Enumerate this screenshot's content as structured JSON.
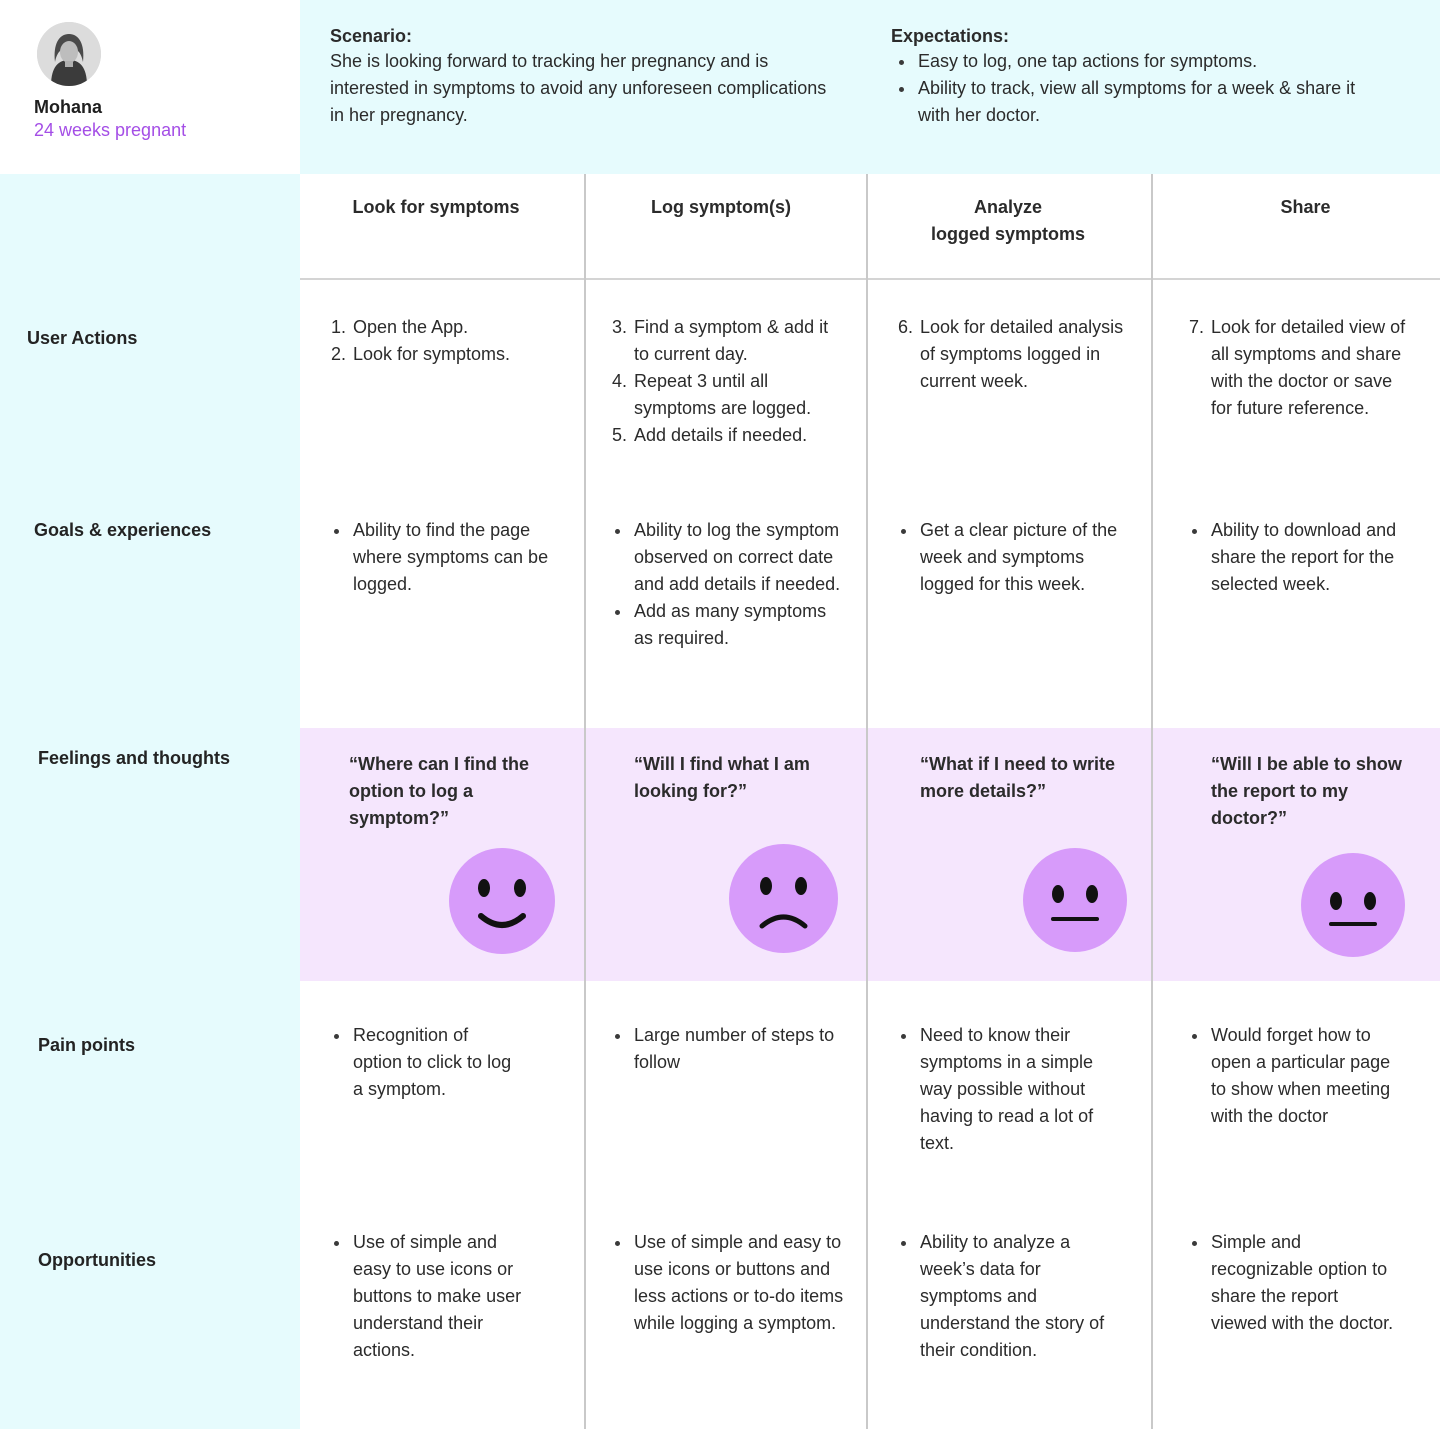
{
  "persona": {
    "name": "Mohana",
    "status": "24 weeks pregnant"
  },
  "scenario": {
    "label": "Scenario:",
    "text": "She is looking forward to tracking her pregnancy and is interested in symptoms to avoid any unforeseen complications in her pregnancy."
  },
  "expectations": {
    "label": "Expectations:",
    "items": [
      "Easy to log, one tap actions for symptoms.",
      "Ability to track, view all symptoms for a week & share it with her doctor."
    ]
  },
  "stages": [
    {
      "title": "Look for symptoms"
    },
    {
      "title": "Log symptom(s)"
    },
    {
      "title_line1": "Analyze",
      "title_line2": "logged symptoms"
    },
    {
      "title": "Share"
    }
  ],
  "rows": {
    "user_actions": "User Actions",
    "goals": "Goals & experiences",
    "feelings": "Feelings and thoughts",
    "pain_points": "Pain points",
    "opportunities": "Opportunities"
  },
  "user_actions": [
    [
      {
        "n": "1.",
        "t": "Open the App."
      },
      {
        "n": "2.",
        "t": "Look for symptoms."
      }
    ],
    [
      {
        "n": "3.",
        "t": "Find a symptom & add it to current day."
      },
      {
        "n": "4.",
        "t": "Repeat 3 until all symptoms are logged."
      },
      {
        "n": "5.",
        "t": "Add details if needed."
      }
    ],
    [
      {
        "n": "6.",
        "t": "Look for detailed analysis of symptoms logged in current week."
      }
    ],
    [
      {
        "n": "7.",
        "t": "Look for detailed view of all symptoms and share with the doctor or save for future reference."
      }
    ]
  ],
  "goals": [
    [
      "Ability to find the page where symptoms can be logged."
    ],
    [
      "Ability to log the symptom observed on correct date and add details if needed.",
      "Add as many symptoms as required."
    ],
    [
      "Get a clear picture of the week and symptoms logged for this week."
    ],
    [
      "Ability to download and share the report for the selected week."
    ]
  ],
  "feelings": [
    {
      "quote": "“Where can I find the option to log a symptom?”",
      "mood": "happy"
    },
    {
      "quote": "“Will I find what I am looking for?”",
      "mood": "sad"
    },
    {
      "quote": "“What if I need to write more details?”",
      "mood": "neutral"
    },
    {
      "quote": "“Will I be able to show the report to my doctor?”",
      "mood": "neutral"
    }
  ],
  "pain_points": [
    [
      "Recognition of option to click to log a symptom."
    ],
    [
      "Large number of steps to follow"
    ],
    [
      "Need to know their symptoms in a simple way possible without having to read a lot of text."
    ],
    [
      "Would forget how to open a particular page to show when meeting with the doctor"
    ]
  ],
  "opportunities": [
    [
      "Use of simple and easy to use icons or buttons to make user understand their actions."
    ],
    [
      "Use of simple and easy to use icons or buttons and less actions or to-do items while logging a symptom."
    ],
    [
      "Ability to analyze a week’s data for symptoms and understand the story of their condition."
    ],
    [
      "Simple and recognizable option to share the report viewed with the doctor."
    ]
  ],
  "colors": {
    "cyan_panel": "#e6fbfd",
    "lavender_band": "#f5e6fd",
    "face": "#d79bfa",
    "accent_text": "#a44ee6"
  }
}
